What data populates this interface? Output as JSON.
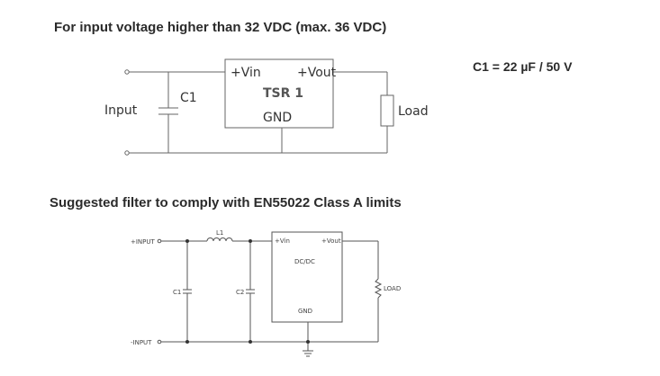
{
  "heading1": "For input voltage higher than 32 VDC (max. 36 VDC)",
  "heading2": "Suggested filter to comply with EN55022 Class A limits",
  "spec_note": "C1 = 22 µF / 50 V",
  "circuit1": {
    "input_label": "Input",
    "cap_label": "C1",
    "load_label": "Load",
    "module": {
      "name": "TSR 1",
      "vin": "+Vin",
      "vout": "+Vout",
      "gnd": "GND"
    }
  },
  "circuit2": {
    "input_pos": "+INPUT",
    "input_neg": "-INPUT",
    "inductor": "L1",
    "cap1": "C1",
    "cap2": "C2",
    "load": "LOAD",
    "module": {
      "name": "DC/DC",
      "vin": "+Vin",
      "vout": "+Vout",
      "gnd": "GND"
    }
  },
  "colors": {
    "line": "#555555",
    "text": "#2b2b2b"
  }
}
